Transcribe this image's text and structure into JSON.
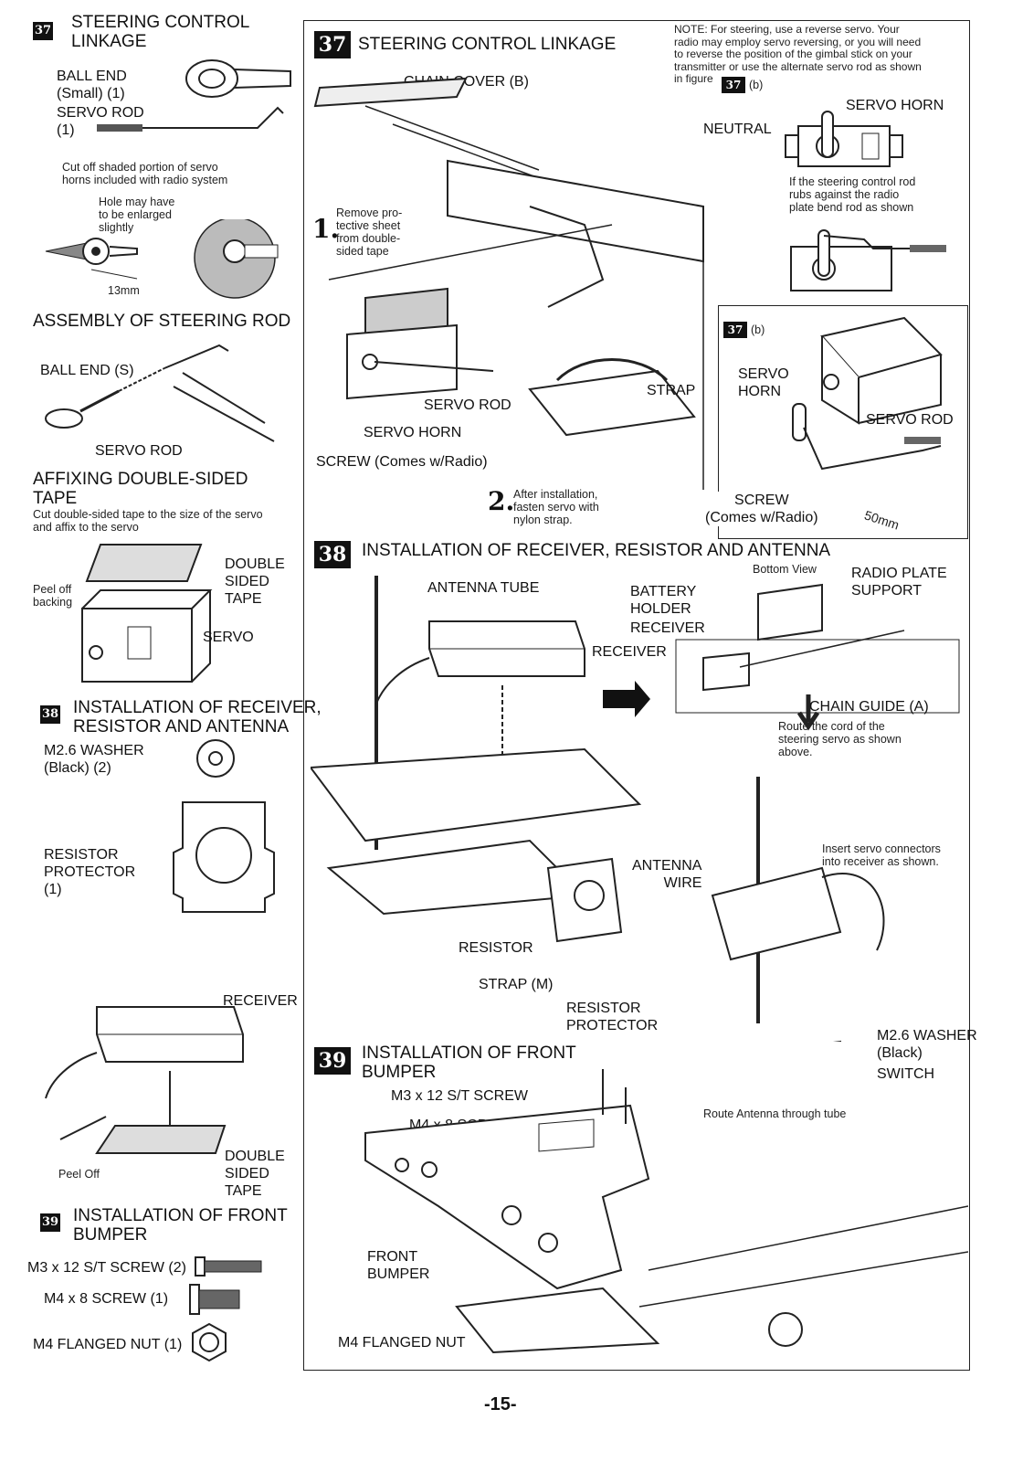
{
  "page_number": "-15-",
  "left_column": {
    "steering_parts": {
      "badge": "37",
      "title": "STEERING CONTROL\nLINKAGE",
      "ball_end_small": "BALL END\n(Small) (1)",
      "servo_rod_part": "SERVO ROD\n(1)",
      "cut_note": "Cut off shaded portion of servo\nhorns included with radio system",
      "hole_note": "Hole may have\nto be enlarged\nslightly",
      "dimension": "13mm"
    },
    "assembly": {
      "title": "ASSEMBLY OF STEERING ROD",
      "ball_end_s": "BALL END (S)",
      "servo_rod": "SERVO ROD"
    },
    "tape": {
      "title": "AFFIXING DOUBLE-SIDED\nTAPE",
      "note": "Cut double-sided tape to the size of the servo\nand affix to the servo",
      "double_sided": "DOUBLE\nSIDED\nTAPE",
      "peel_off": "Peel off\nbacking",
      "servo": "SERVO"
    },
    "receiver_parts": {
      "badge": "38",
      "title": "INSTALLATION OF RECEIVER,\nRESISTOR AND ANTENNA",
      "washer": "M2.6 WASHER\n(Black) (2)",
      "resistor_protector": "RESISTOR\nPROTECTOR\n(1)",
      "receiver": "RECEIVER",
      "peel_off": "Peel Off",
      "double_sided": "DOUBLE\nSIDED\nTAPE"
    },
    "bumper_parts": {
      "badge": "39",
      "title": "INSTALLATION OF FRONT\nBUMPER",
      "screw_m3": "M3 x 12 S/T SCREW (2)",
      "screw_m4": "M4 x 8 SCREW (1)",
      "nut_m4": "M4 FLANGED NUT (1)"
    }
  },
  "step37": {
    "badge": "37",
    "title": "STEERING CONTROL LINKAGE",
    "note": "NOTE: For steering, use a reverse servo. Your\nradio may employ servo reversing, or you will need\nto reverse the position of the gimbal stick on your\ntransmitter or use the alternate servo rod as shown\nin figure",
    "note_ref": "37",
    "note_ref_suffix": "(b)",
    "chain_cover": "CHAIN COVER (B)",
    "neutral": "NEUTRAL",
    "servo_horn_top": "SERVO HORN",
    "rod_note": "If the steering control rod\nrubs against the radio\nplate bend rod as shown",
    "step1_num": "1.",
    "step1_text": "Remove pro-\ntective sheet\nfrom double-\nsided tape",
    "servo_rod": "SERVO ROD",
    "servo_horn": "SERVO HORN",
    "screw": "SCREW (Comes w/Radio)",
    "strap": "STRAP",
    "step2_num": "2.",
    "step2_text": "After installation,\nfasten servo with\nnylon strap.",
    "b_badge": "37",
    "b_suffix": "(b)",
    "b_servo_horn": "SERVO\nHORN",
    "b_servo_rod": "SERVO ROD",
    "b_screw": "SCREW\n(Comes w/Radio)",
    "b_dim": "50mm"
  },
  "step38": {
    "badge": "38",
    "title": "INSTALLATION OF RECEIVER, RESISTOR AND ANTENNA",
    "antenna_tube": "ANTENNA TUBE",
    "receiver": "RECEIVER",
    "bottom_view": "Bottom View",
    "battery_holder": "BATTERY\nHOLDER",
    "receiver2": "RECEIVER",
    "radio_plate_support": "RADIO PLATE\nSUPPORT",
    "chain_guide": "CHAIN GUIDE (A)",
    "route_note": "Route the cord of the\nsteering servo as shown\nabove.",
    "connectors_note": "Insert servo connectors\ninto receiver as shown.",
    "antenna_wire": "ANTENNA\nWIRE",
    "resistor": "RESISTOR",
    "strap_m": "STRAP (M)",
    "resistor_protector": "RESISTOR\nPROTECTOR",
    "washer": "M2.6 WASHER\n(Black)",
    "switch": "SWITCH",
    "route_antenna": "Route Antenna through tube"
  },
  "step39": {
    "badge": "39",
    "title": "INSTALLATION OF FRONT\nBUMPER",
    "screw_m3": "M3 x 12 S/T SCREW",
    "screw_m4": "M4 x 8 SCREW",
    "front_bumper": "FRONT\nBUMPER",
    "nut": "M4 FLANGED NUT"
  }
}
